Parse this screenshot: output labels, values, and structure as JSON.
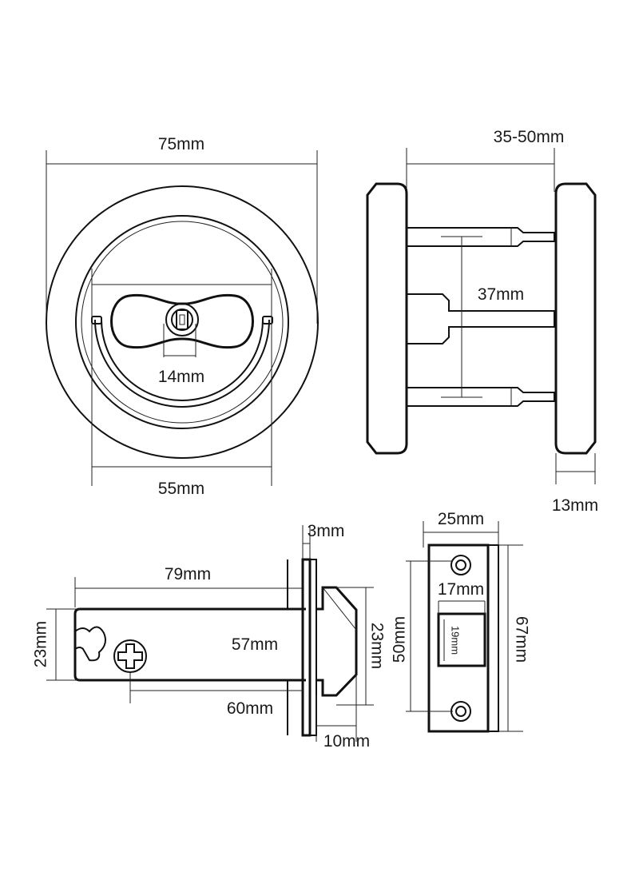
{
  "dimensions": {
    "rose_diameter": "75mm",
    "door_thickness": "35-50mm",
    "inner_ring_diameter": "55mm",
    "spindle_hole": "14mm",
    "fixing_centres": "37mm",
    "rose_depth": "13mm",
    "backset": "79mm",
    "forend_thickness": "3mm",
    "body_height": "23mm",
    "backset_centre": "57mm",
    "case_depth": "60mm",
    "latch_height": "23mm",
    "latch_projection": "10mm",
    "strike_width": "25mm",
    "strike_opening_height": "17mm",
    "strike_fixing_centres": "50mm",
    "strike_height": "67mm",
    "strike_opening_depth": "19mm"
  },
  "colors": {
    "line": "#111111",
    "fill": "#ffffff",
    "text": "#1a1a1a"
  }
}
